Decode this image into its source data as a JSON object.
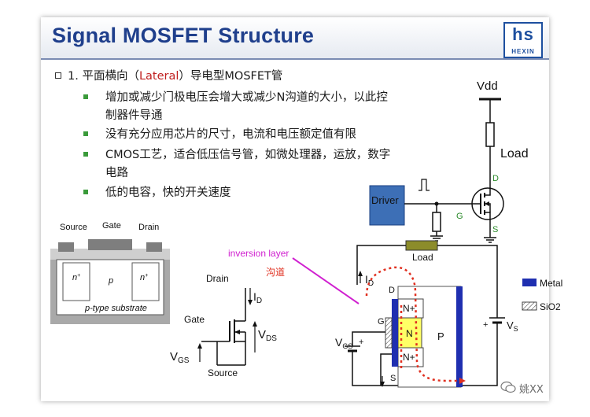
{
  "slide": {
    "title": "Signal MOSFET Structure",
    "logo": {
      "mark": "hs",
      "text": "HEXIN"
    }
  },
  "content": {
    "heading_prefix": "1. 平面横向（",
    "heading_highlight": "Lateral",
    "heading_suffix": "）导电型MOSFET管",
    "bullets": [
      {
        "line1": "增加或减少门极电压会增大或减少N沟道的大小，以此控",
        "line2": "制器件导通"
      },
      {
        "line1": "没有充分应用芯片的尺寸，电流和电压额定值有限",
        "line2": ""
      },
      {
        "line1": "CMOS工艺，适合低压信号管，如微处理器，运放，数字",
        "line2": "电路"
      },
      {
        "line1": "低的电容，快的开关速度",
        "line2": ""
      }
    ]
  },
  "driver_circuit": {
    "vdd": "Vdd",
    "load": "Load",
    "driver": "Driver",
    "d": "D",
    "g": "G",
    "s": "S"
  },
  "cross_section": {
    "source": "Source",
    "gate": "Gate",
    "drain": "Drain",
    "n_left": "n",
    "p": "p",
    "n_right": "n",
    "plus": "+",
    "substrate": "p-type substrate"
  },
  "symbol_circuit": {
    "drain": "Drain",
    "gate": "Gate",
    "source": "Source",
    "id": "I",
    "id_sub": "D",
    "vds": "V",
    "vds_sub": "DS",
    "vgs": "V",
    "vgs_sub": "GS"
  },
  "channel_diagram": {
    "inversion_layer": "inversion layer",
    "channel_cn": "沟道",
    "load": "Load",
    "id": "I",
    "id_sub": "D",
    "d": "D",
    "g": "G",
    "s": "S",
    "n_plus_top": "N+",
    "n_mid": "N",
    "n_plus_bot": "N+",
    "p": "P",
    "vs": "V",
    "vs_sub": "S",
    "vgs": "V",
    "vgs_sub": "GS",
    "plus": "+",
    "minus": "-",
    "legend_metal": "Metal",
    "legend_sio2": "SiO2"
  },
  "colors": {
    "title": "#1f3f8c",
    "highlight": "#c02020",
    "bullet": "#3a9a3a",
    "driver": "#3d6fb6",
    "load": "#8c8c2a",
    "metal": "#1f2fb0",
    "n_region": "#ffff66",
    "arrow": "#e03020",
    "inversion": "#d020d0"
  },
  "watermark": "姚XX"
}
